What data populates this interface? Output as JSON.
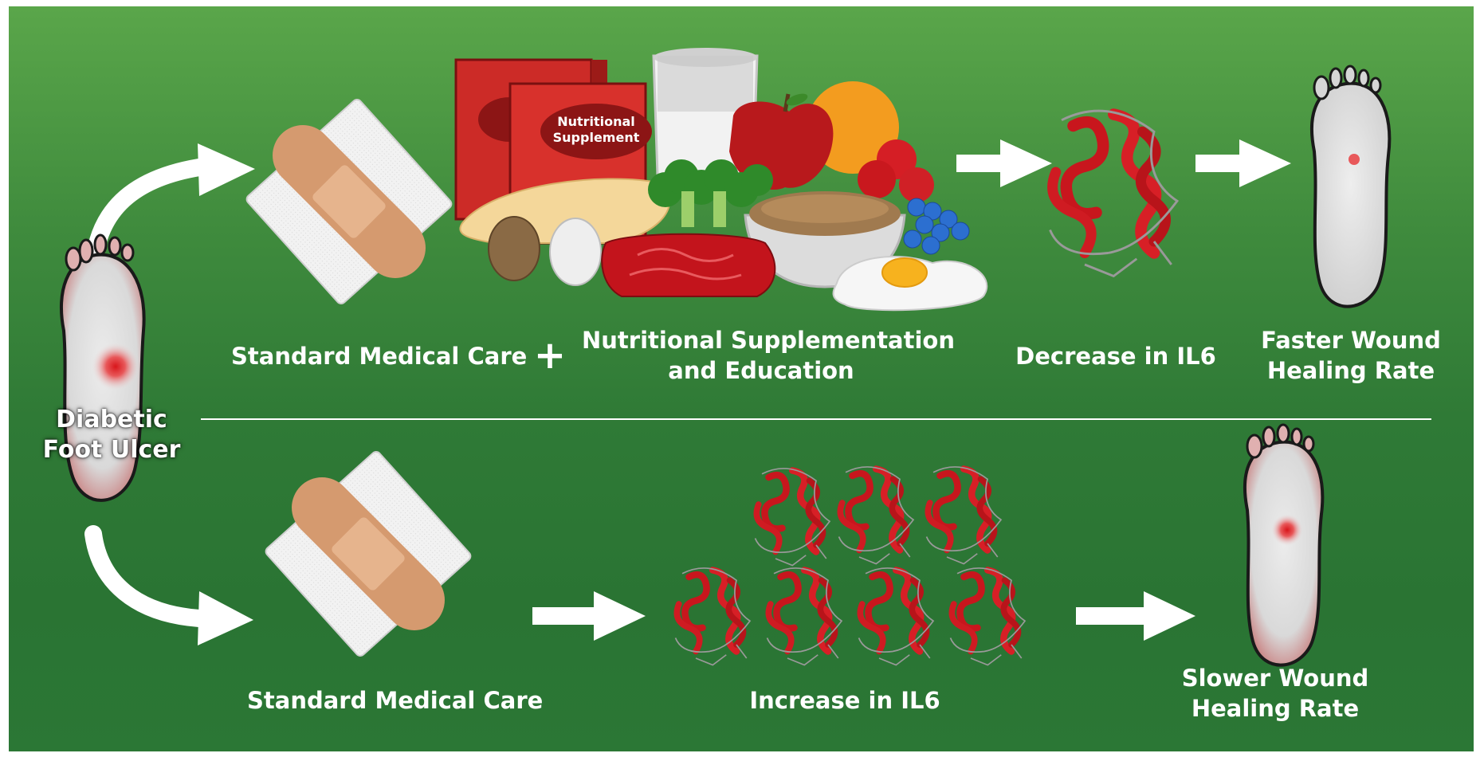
{
  "start": {
    "line1": "Diabetic",
    "line2": "Foot Ulcer"
  },
  "top": {
    "care": "Standard Medical Care",
    "plus": "+",
    "nutrition": {
      "line1": "Nutritional Supplementation",
      "line2": "and Education"
    },
    "box_label": {
      "line1": "Nutritional",
      "line2": "Supplement"
    },
    "il6": "Decrease in IL6",
    "outcome": {
      "line1": "Faster Wound",
      "line2": "Healing Rate"
    }
  },
  "bottom": {
    "care": "Standard Medical Care",
    "il6": "Increase in IL6",
    "outcome": {
      "line1": "Slower Wound",
      "line2": "Healing Rate"
    }
  }
}
